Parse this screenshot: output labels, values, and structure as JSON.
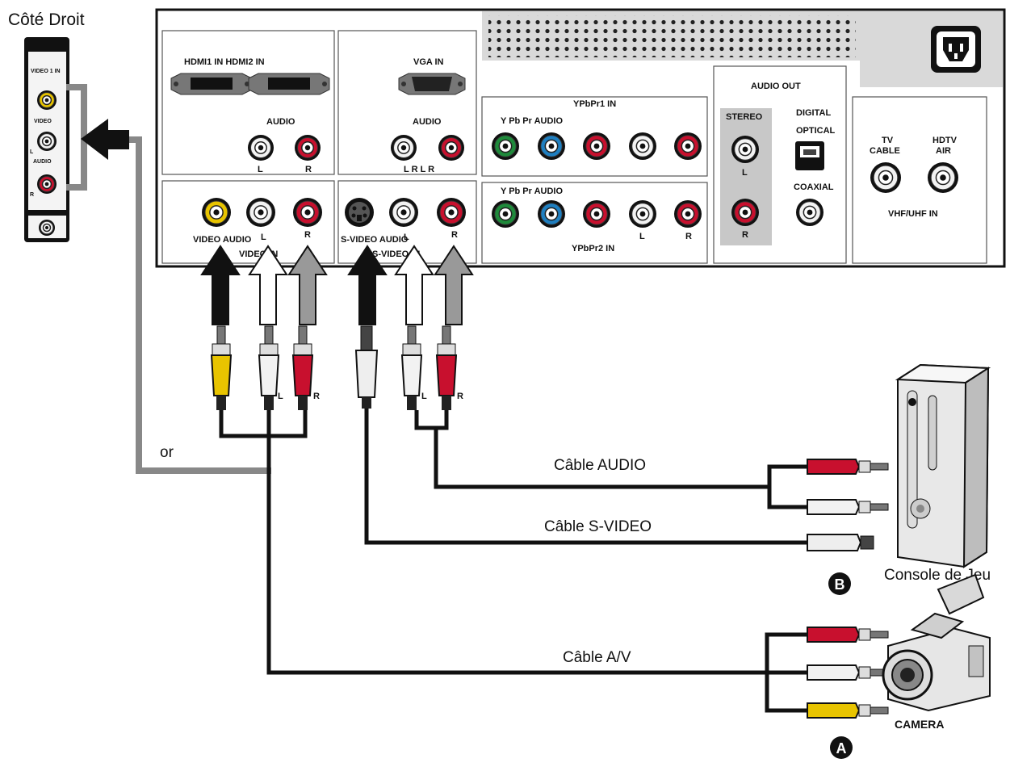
{
  "side_panel": {
    "title": "Côté Droit",
    "video1_in": "VIDEO 1 IN",
    "video": "VIDEO",
    "l": "L",
    "audio": "AUDIO",
    "r": "R"
  },
  "panel": {
    "hdmi": "HDMI1 IN HDMI2 IN",
    "vga": "VGA IN",
    "audio_hdmi": "AUDIO",
    "audio_vga": "AUDIO",
    "l_hdmi": "L",
    "r_hdmi": "R",
    "lrlr_vga": "L R L R",
    "ypbpr1": "YPbPr1 IN",
    "ypbpr_audio_1": "Y Pb Pr AUDIO",
    "ypbpr_audio_2": "Y Pb Pr AUDIO",
    "ypbpr2": "YPbPr2 IN",
    "l_ypbpr2": "L",
    "r_ypbpr2": "R",
    "audio_out": "AUDIO OUT",
    "stereo": "STEREO",
    "stereo_l": "L",
    "stereo_r": "R",
    "digital": "DIGITAL",
    "optical": "OPTICAL",
    "coaxial": "COAXIAL",
    "tv_cable_1": "TV",
    "tv_cable_2": "CABLE",
    "hdtv_air_1": "HDTV",
    "hdtv_air_2": "AIR",
    "vhf_uhf": "VHF/UHF IN",
    "video_audio": "VIDEO AUDIO",
    "video_in_label": "VIDEO IN",
    "video_l": "L",
    "video_r": "R",
    "svideo_audio": "S-VIDEO AUDIO",
    "svideo_in_label": "S-VIDEO IN",
    "svideo_l": "L",
    "svideo_r": "R"
  },
  "plugs": {
    "l_left": "L",
    "r_left": "R",
    "l_right": "L",
    "r_right": "R"
  },
  "cables": {
    "or": "or",
    "audio": "Câble AUDIO",
    "svideo": "Câble S-VIDEO",
    "av": "Câble A/V"
  },
  "devices": {
    "console": "Console de Jeu",
    "camera": "CAMERA",
    "badge_b": "B",
    "badge_a": "A"
  },
  "colors": {
    "yellow": "#e8c400",
    "red": "#c8102e",
    "white": "#f2f2f2",
    "green": "#1f8a3b",
    "blue": "#1f7fc0",
    "panel_gray": "#d7d7d7",
    "arrow_gray": "#9a9a9a"
  }
}
